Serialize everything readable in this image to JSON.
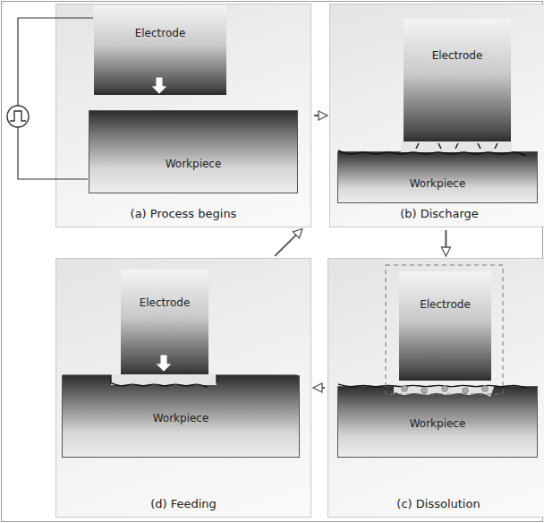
{
  "diagram": {
    "nodes": [
      {
        "text": [
          "(a) Process begins"
        ]
      },
      {
        "text": [
          "Electrode"
        ],
        "in": 0
      },
      {
        "text": [
          "Workpiece"
        ],
        "in": 0
      },
      {
        "text": [
          "(b) Discharge"
        ]
      },
      {
        "text": [
          "Electrode"
        ],
        "in": 3
      },
      {
        "text": [
          "Workpiece"
        ],
        "in": 3
      },
      {
        "text": [
          "(d) Feeding"
        ]
      },
      {
        "text": [
          "Electrode"
        ],
        "in": 6
      },
      {
        "text": [
          "Workpiece"
        ],
        "in": 6
      },
      {
        "text": [
          "(c) Dissolution"
        ]
      },
      {
        "text": [
          "Electrode"
        ],
        "in": 9
      },
      {
        "text": [
          "Workpiece"
        ],
        "in": 9
      }
    ],
    "edges": [
      {
        "from": 0,
        "to": 3,
        "arrow": "to"
      },
      {
        "from": 3,
        "to": 9,
        "arrow": "to"
      },
      {
        "from": 9,
        "to": 6,
        "arrow": "to"
      },
      {
        "from": 6,
        "to": 0,
        "arrow": "to"
      }
    ]
  }
}
